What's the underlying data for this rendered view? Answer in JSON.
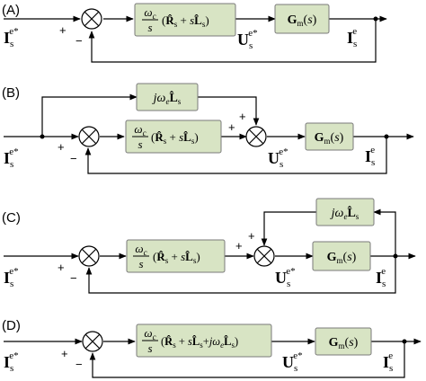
{
  "colors": {
    "block_fill": "#d8e4c4",
    "block_stroke": "#7a7a7a",
    "line": "#000000"
  },
  "panels": [
    {
      "label": "(A)",
      "input": {
        "main": "I",
        "sub": "s",
        "sup": "e*"
      },
      "output": {
        "main": "I",
        "sub": "s",
        "sup": "e"
      },
      "voltage": {
        "main": "U",
        "sub": "s",
        "sup": "e*"
      },
      "signs": {
        "plus": "+",
        "minus": "−"
      },
      "controller": {
        "numerator": "ωc",
        "denominator": "s",
        "expression": "(R̂s + sL̂s)"
      },
      "plant": "Gm(s)"
    },
    {
      "label": "(B)",
      "input": {
        "main": "I",
        "sub": "s",
        "sup": "e*"
      },
      "output": {
        "main": "I",
        "sub": "s",
        "sup": "e"
      },
      "voltage": {
        "main": "U",
        "sub": "s",
        "sup": "e*"
      },
      "signs": {
        "plus": "+",
        "minus": "−",
        "plus2": "+",
        "plus3": "+"
      },
      "controller": {
        "numerator": "ωc",
        "denominator": "s",
        "expression": "(R̂s + sL̂s)"
      },
      "decoupling": "jωeL̂s",
      "plant": "Gm(s)"
    },
    {
      "label": "(C)",
      "input": {
        "main": "I",
        "sub": "s",
        "sup": "e*"
      },
      "output": {
        "main": "I",
        "sub": "s",
        "sup": "e"
      },
      "voltage": {
        "main": "U",
        "sub": "s",
        "sup": "e*"
      },
      "signs": {
        "plus": "+",
        "minus": "−",
        "plus2": "+",
        "plus3": "+"
      },
      "controller": {
        "numerator": "ωc",
        "denominator": "s",
        "expression": "(R̂s + sL̂s)"
      },
      "decoupling": "jωeL̂s",
      "plant": "Gm(s)"
    },
    {
      "label": "(D)",
      "input": {
        "main": "I",
        "sub": "s",
        "sup": "e*"
      },
      "output": {
        "main": "I",
        "sub": "s",
        "sup": "e"
      },
      "voltage": {
        "main": "U",
        "sub": "s",
        "sup": "e*"
      },
      "signs": {
        "plus": "+",
        "minus": "−"
      },
      "controller": {
        "numerator": "ωc",
        "denominator": "s",
        "expression": "(R̂s + sL̂s + jωeL̂s)"
      },
      "plant": "Gm(s)"
    }
  ]
}
